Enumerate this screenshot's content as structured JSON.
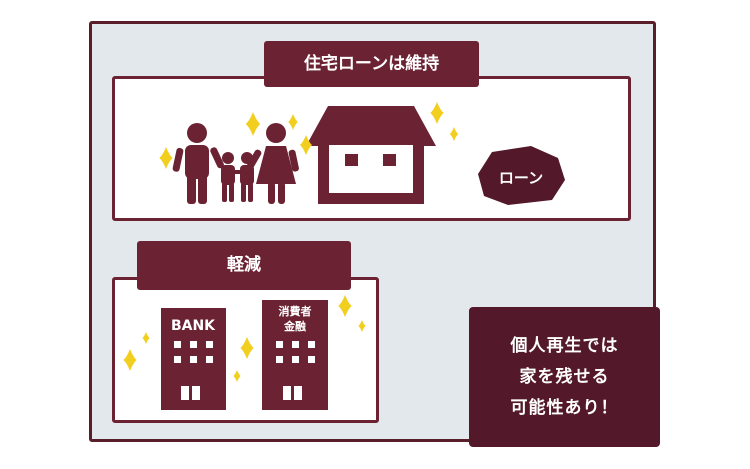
{
  "top_section": {
    "label": "住宅ローンは維持",
    "rock_label": "ローン"
  },
  "bottom_section": {
    "label": "軽減",
    "bank_label": "BANK",
    "lender_label_line1": "消費者",
    "lender_label_line2": "金融"
  },
  "callout": {
    "line1": "個人再生では",
    "line2": "家を残せる",
    "line3": "可能性あり！"
  },
  "colors": {
    "maroon": "#6b2333",
    "dark_maroon": "#53192a",
    "background": "#e3e8ec",
    "sparkle": "#f2cf1e"
  },
  "icons": [
    "family-icon",
    "house-icon",
    "loan-rock-icon",
    "bank-building-icon",
    "consumer-finance-building-icon",
    "sparkle-icon"
  ]
}
